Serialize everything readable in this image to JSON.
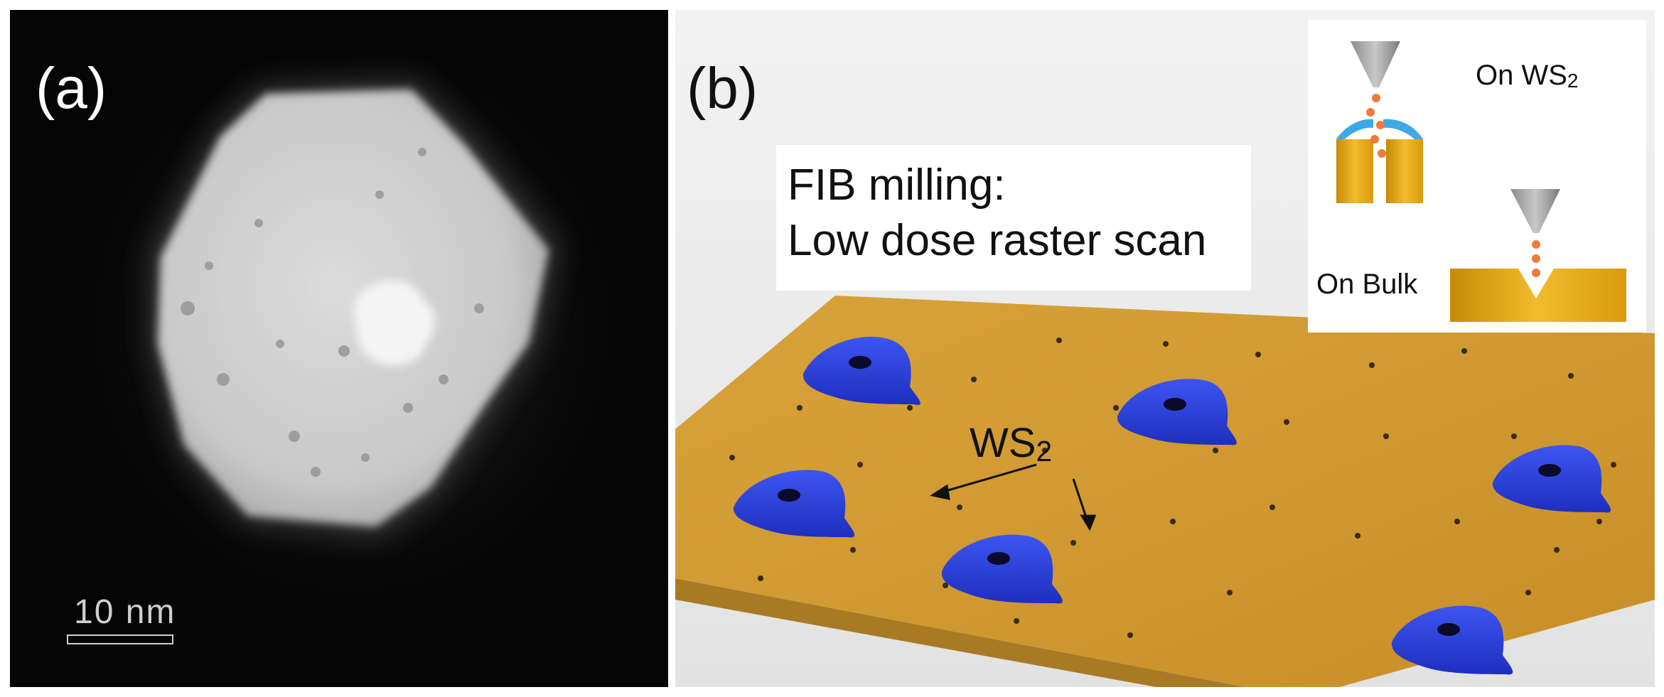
{
  "panel_a": {
    "label": "(a)",
    "scale_bar": {
      "text": "10 nm"
    }
  },
  "panel_b": {
    "label": "(b)",
    "fib_box": {
      "line1": "FIB milling:",
      "line2": "Low dose raster scan"
    },
    "ws2_label": {
      "base": "WS",
      "sub": "2"
    },
    "inset": {
      "top_label": {
        "base": "On WS",
        "sub": "2"
      },
      "bottom_label": "On Bulk"
    }
  },
  "colors": {
    "substrate": "#D49B32",
    "flake": "#2A3FD8",
    "inset_gold": "#E2A410",
    "inset_blue": "#3FA9E8",
    "ion_dot": "#F07A3A"
  }
}
